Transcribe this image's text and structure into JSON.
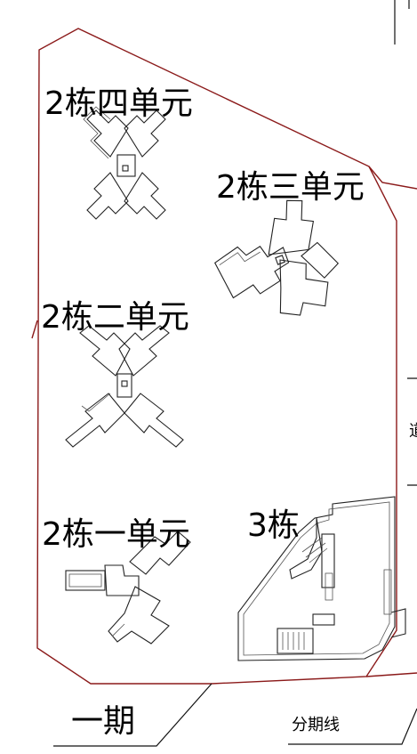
{
  "labels": {
    "building_2_unit_4": "2栋四单元",
    "building_2_unit_3": "2栋三单元",
    "building_2_unit_2": "2栋二单元",
    "building_2_unit_1": "2栋一单元",
    "building_3": "3栋",
    "phase_1": "一期",
    "phase_line": "分期线",
    "edge_char": "道"
  },
  "colors": {
    "boundary": "#8b1a1a",
    "building": "#222222",
    "background": "#ffffff"
  }
}
